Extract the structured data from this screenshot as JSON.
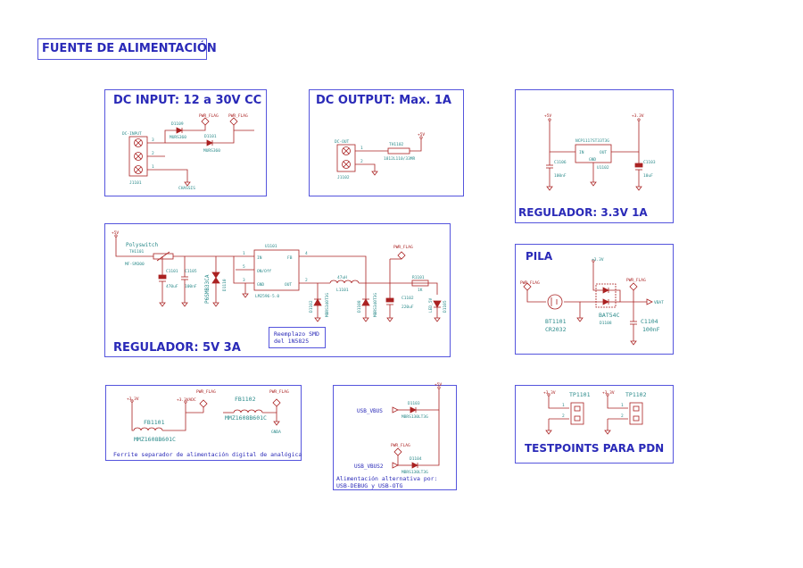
{
  "sheet": {
    "title": "FUENTE DE ALIMENTACIÓN"
  },
  "blocks": {
    "dc_input": {
      "title": "DC INPUT: 12 a 30V CC",
      "connector_label": "DC-INPUT",
      "connector_ref": "J1101",
      "pins": [
        "3",
        "2",
        "1"
      ],
      "diode1_ref": "D1109",
      "diode1_value": "MURS360",
      "diode2_ref": "D1101",
      "diode2_value": "MURS360",
      "flag1": "PWR_FLAG",
      "flag2": "PWR_FLAG",
      "chassis": "CHASSIS"
    },
    "dc_output": {
      "title": "DC OUTPUT: Max. 1A",
      "connector_label": "DC-OUT",
      "connector_ref": "J1102",
      "pins": [
        "1",
        "2"
      ],
      "fuse_ref": "TH1102",
      "fuse_value": "1812L110/33MR",
      "rail": "+5V"
    },
    "reg33": {
      "title": "REGULADOR: 3.3V 1A",
      "ic_value": "NCP1117ST33T3G",
      "ic_ref": "U1102",
      "pin_in": "IN",
      "pin_out": "OUT",
      "pin_gnd": "GND",
      "cin_ref": "C1106",
      "cin_value": "100nF",
      "cout_ref": "C1103",
      "cout_value": "10uF",
      "rail_in": "+5V",
      "rail_out": "+3.3V"
    },
    "reg5": {
      "title": "REGULADOR: 5V 3A",
      "rail": "+5V",
      "polyswitch_label": "Polyswitch",
      "polyswitch_ref": "TH1101",
      "polyswitch_value": "MF-SM300",
      "ic_ref": "U1101",
      "ic_value": "LM2596-5.0",
      "pin_in": "IN",
      "pin_fb": "FB",
      "pin_onoff": "ON/Off",
      "pin_gnd": "GND",
      "pin_out": "OUT",
      "pins": [
        "1",
        "4",
        "5",
        "3",
        "2"
      ],
      "c1_ref": "C1101",
      "c1_value": "470uF",
      "c2_ref": "C1105",
      "c2_value": "100nF",
      "tvs_value": "P6SMB33CA",
      "tvs_ref": "D1110",
      "d_ref1": "D1102",
      "d_val1": "MBRS340T3G",
      "l_value": "47uH",
      "l_ref": "L1101",
      "d_ref2": "D1108",
      "d_val2": "MBRS340T3G",
      "c3_ref": "C1102",
      "c3_value": "220uF",
      "r_ref": "R1101",
      "r_value": "1K",
      "led_ref": "D1105",
      "led_value": "LED_5V",
      "flag": "PWR_FLAG",
      "note_lines": [
        "Reemplazo SMD",
        "del 1N5825"
      ]
    },
    "pila": {
      "title": "PILA",
      "flag1": "PWR_FLAG",
      "flag2": "PWR_FLAG",
      "rail": "+3.3V",
      "bat_ref": "BT1101",
      "bat_value": "CR2032",
      "diode_value": "BAT54C",
      "diode_ref": "D1108",
      "cap_ref": "C1104",
      "cap_value": "100nF",
      "vbat": "VBAT"
    },
    "ferrite": {
      "title": "Ferrite separador de alimentación digital de analógica",
      "rail_a": "+3.3V",
      "rail_b": "+3.3VADC",
      "fb1_ref": "FB1101",
      "fb1_value": "MMZ1608B601C",
      "fb2_ref": "FB1102",
      "fb2_value": "MMZ1608B601C",
      "gnd_label": "GNDA",
      "flag1": "PWR_FLAG",
      "flag2": "PWR_FLAG"
    },
    "usb": {
      "title_lines": [
        "Alimentación alternativa por:",
        "USB-DEBUG y USB-OTG"
      ],
      "label1": "USB_VBUS",
      "label2": "USB_VBUS2",
      "d1_ref": "D1103",
      "d1_value": "MBRS130LT3G",
      "d2_ref": "D1104",
      "d2_value": "MBRS130LT3G",
      "rail": "+5V",
      "flag": "PWR_FLAG"
    },
    "testpoints": {
      "title": "TESTPOINTS PARA PDN",
      "tp1_ref": "TP1101",
      "tp2_ref": "TP1102",
      "rail1": "+3.3V",
      "rail2": "+3.3V",
      "pins": [
        "1",
        "2"
      ]
    }
  }
}
